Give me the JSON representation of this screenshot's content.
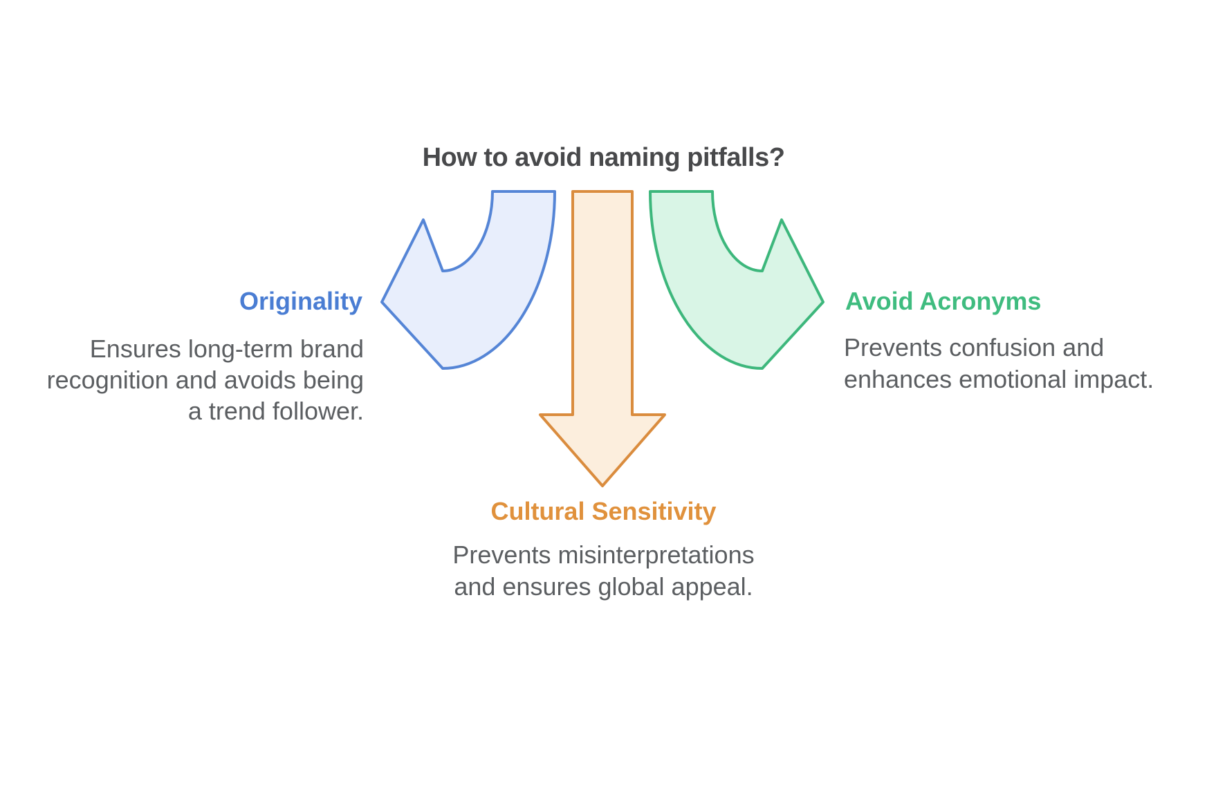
{
  "title": "How to avoid naming pitfalls?",
  "palette": {
    "background": "#ffffff",
    "title_text": "#48494b",
    "body_text": "#5b5e61",
    "blue_accent": "#4a7dd3",
    "blue_stroke": "#5585d6",
    "blue_fill": "#e8eefc",
    "orange_accent": "#e0913c",
    "orange_stroke": "#da8c3e",
    "orange_fill": "#fceedd",
    "green_accent": "#3fbc7f",
    "green_stroke": "#3db77c",
    "green_fill": "#d9f5e6"
  },
  "branches": {
    "originality": {
      "label": "Originality",
      "line1": "Ensures long-term brand",
      "line2": "recognition and avoids being",
      "line3": "a trend follower."
    },
    "cultural_sensitivity": {
      "label": "Cultural Sensitivity",
      "line1": "Prevents misinterpretations",
      "line2": "and ensures global appeal."
    },
    "avoid_acronyms": {
      "label": "Avoid Acronyms",
      "line1": "Prevents confusion and",
      "line2": "enhances emotional impact."
    }
  }
}
